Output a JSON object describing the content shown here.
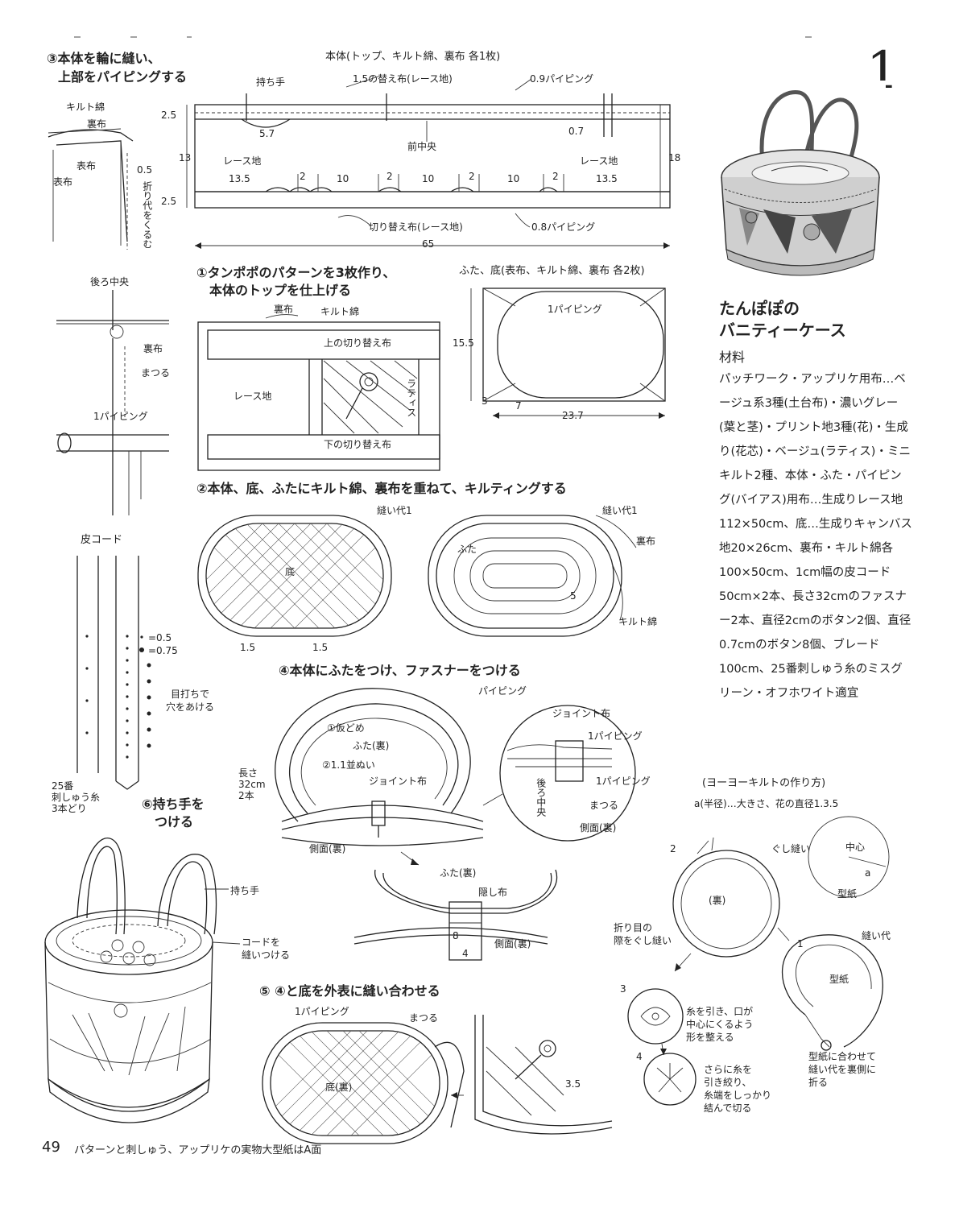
{
  "page": {
    "number": "49",
    "footer": "パターンと刺しゅう、アップリケの実物大型紙はA面",
    "project_number": "1"
  },
  "product": {
    "title_line1": "たんぽぽの",
    "title_line2": "バニティーケース",
    "materials_heading": "材料",
    "materials_text": "パッチワーク・アップリケ用布…ベージュ系3種(土台布)・濃いグレー(葉と茎)・プリント地3種(花)・生成り(花芯)・ベージュ(ラティス)・ミニキルト2種、本体・ふた・パイピング(バイアス)用布…生成りレース地112×50cm、底…生成りキャンバス地20×26cm、裏布・キルト綿各100×50cm、1cm幅の皮コード50cm×2本、長さ32cmのファスナー2本、直径2cmのボタン2個、直径0.7cmのボタン8個、ブレード100cm、25番刺しゅう糸のミスグリーン・オフホワイト適宜"
  },
  "step3": {
    "heading_line1": "③本体を輪に縫い、",
    "heading_line2": "上部をパイピングする",
    "labels": {
      "quilt": "キルト綿",
      "backing": "裏布",
      "omote": "表布",
      "side": "表布",
      "fold": "折り代をくるむ",
      "measure": "0.5",
      "back_center": "後ろ中央",
      "lining": "裏布",
      "blind": "まつる",
      "piping": "1パイピング"
    }
  },
  "main_body": {
    "caption": "本体(トップ、キルト綿、裏布 各1枚)",
    "handle_label": "持ち手",
    "top_fabric": "1.5の替え布(レース地)",
    "piping_top": "0.9パイピング",
    "dim_left": "2.5",
    "dim_mid": "13",
    "dim_bottom": "2.5",
    "dim_right": "18",
    "dim_top_small": "5.7",
    "front_center": "前中央",
    "dim_gap": "0.7",
    "lace_left": "レース地",
    "lace_right": "レース地",
    "seg": [
      "13.5",
      "2",
      "10",
      "2",
      "10",
      "2",
      "10",
      "2",
      "13.5"
    ],
    "bottom_fabric": "切り替え布(レース地)",
    "piping_bottom": "0.8パイピング",
    "total_width": "65"
  },
  "step1": {
    "heading_line1": "①タンポポのパターンを3枚作り、",
    "heading_line2": "本体のトップを仕上げる",
    "labels": {
      "backing": "裏布",
      "quilt": "キルト綿",
      "top_switch": "上の切り替え布",
      "lace": "レース地",
      "lattice": "ラティス",
      "bottom_switch": "下の切り替え布"
    }
  },
  "lid": {
    "caption": "ふた、底(表布、キルト綿、裏布 各2枚)",
    "piping": "1パイピング",
    "height": "15.5",
    "corner": "3",
    "corner2": "7",
    "width": "23.7"
  },
  "step2": {
    "heading": "②本体、底、ふたにキルト綿、裏布を重ねて、キルティングする",
    "seam1": "縫い代1",
    "bottom": "底",
    "dim_a": "1.5",
    "dim_b": "1.5",
    "seam2": "縫い代1",
    "lid": "ふた",
    "backing": "裏布",
    "dim_c": "5",
    "quilt": "キルト綿"
  },
  "leather": {
    "title": "皮コード",
    "dot_small": "=0.5",
    "dot_large": "=0.75",
    "hole_note_line1": "目打ちで",
    "hole_note_line2": "穴をあける",
    "thread_line1": "25番",
    "thread_line2": "刺しゅう糸",
    "thread_line3": "3本どり"
  },
  "step4": {
    "heading": "④本体にふたをつけ、ファスナーをつける",
    "piping": "パイピング",
    "pin": "①仮どめ",
    "lid_back": "ふた(裏)",
    "backstitch": "②1.1並ぬい",
    "zipper_note_line1": "長さ",
    "zipper_note_line2": "32cm",
    "zipper_note_line3": "2本",
    "joint_cloth": "ジョイント布",
    "side_back": "側面(裏)",
    "joint_cloth2": "ジョイント布",
    "piping2": "1パイピング",
    "piping3": "1パイピング",
    "back_center": "後ろ中央",
    "blind": "まつる",
    "side_back2": "側面(裏)",
    "lid_back2": "ふた(裏)",
    "hide_cloth": "隠し布",
    "dim_8": "8",
    "dim_4": "4",
    "side_back3": "側面(裏)"
  },
  "step6": {
    "heading_line1": "⑥持ち手を",
    "heading_line2": "つける",
    "handle": "持ち手",
    "cord_line1": "コードを",
    "cord_line2": "縫いつける"
  },
  "step5": {
    "heading": "⑤ ④と底を外表に縫い合わせる",
    "piping": "1パイピング",
    "blind": "まつる",
    "bottom_back": "底(裏)",
    "dim": "3.5"
  },
  "yoyo": {
    "heading": "(ヨーヨーキルトの作り方)",
    "subheading": "a(半径)…大きさ、花の直径1.3.5",
    "step2": "2",
    "stitch": "ぐし縫い",
    "back": "(裏)",
    "dim_a": "a",
    "center": "中心",
    "cut": "型紙",
    "fold_note_line1": "折り目の",
    "fold_note_line2": "際をぐし縫い",
    "step1": "1",
    "seam": "縫い代",
    "step3": "3",
    "pull_line1": "糸を引き、口が",
    "pull_line2": "中心にくるよう",
    "pull_line3": "形を整える",
    "pattern_line1": "型紙に合わせて",
    "pattern_line2": "縫い代を裏側に",
    "pattern_line3": "折る",
    "step4": "4",
    "again_line1": "さらに糸を",
    "again_line2": "引き絞り、",
    "again_line3": "糸端をしっかり",
    "again_line4": "結んで切る"
  }
}
